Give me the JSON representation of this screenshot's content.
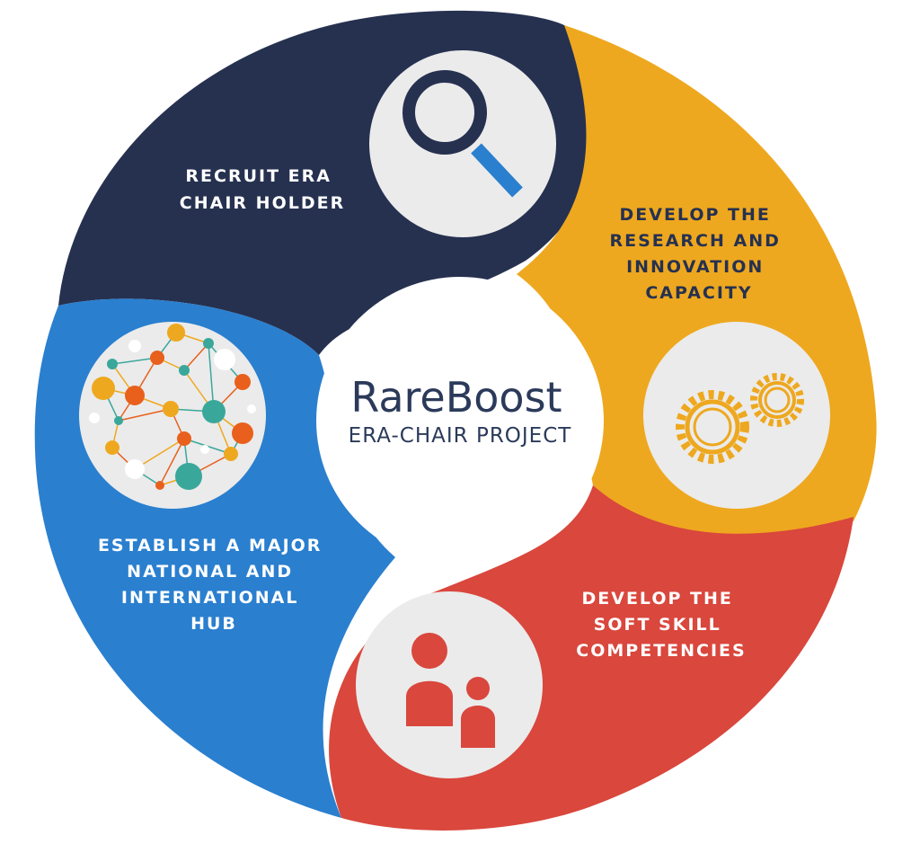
{
  "center": {
    "title": "RareBoost",
    "subtitle": "ERA-CHAIR PROJECT"
  },
  "segments": [
    {
      "id": "recruit",
      "color": "#263150",
      "text_color": "#ffffff",
      "icon": "magnifying-glass-icon",
      "lines": [
        "RECRUIT ERA",
        "CHAIR HOLDER"
      ]
    },
    {
      "id": "research",
      "color": "#eea81f",
      "text_color": "#263150",
      "icon": "gears-icon",
      "lines": [
        "DEVELOP THE",
        "RESEARCH AND",
        "INNOVATION",
        "CAPACITY"
      ]
    },
    {
      "id": "softskill",
      "color": "#d9473d",
      "text_color": "#ffffff",
      "icon": "people-icon",
      "lines": [
        "DEVELOP THE",
        "SOFT SKILL",
        "COMPETENCIES"
      ]
    },
    {
      "id": "hub",
      "color": "#2a7fcf",
      "text_color": "#ffffff",
      "icon": "network-icon",
      "lines": [
        "ESTABLISH A MAJOR",
        "NATIONAL AND",
        "INTERNATIONAL",
        "HUB"
      ]
    }
  ],
  "colors": {
    "icon_circle": "#ebebeb",
    "navy": "#263150",
    "blue_accent": "#2a7fcf",
    "gold": "#eea81f",
    "red": "#d9473d",
    "teal": "#3aa79b",
    "orange": "#e8601c"
  }
}
